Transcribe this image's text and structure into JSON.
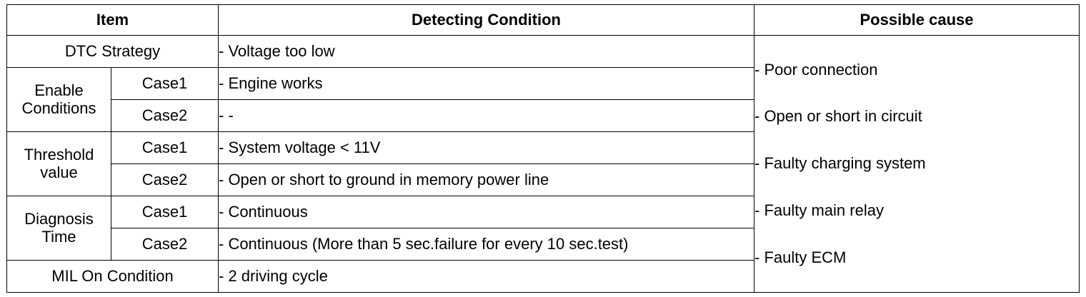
{
  "headers": {
    "item": "Item",
    "detecting_condition": "Detecting Condition",
    "possible_cause": "Possible cause"
  },
  "rows": {
    "dtc_strategy": {
      "label": "DTC Strategy",
      "condition": "- Voltage too low"
    },
    "enable_conditions": {
      "label_line1": "Enable",
      "label_line2": "Conditions",
      "case1_label": "Case1",
      "case1_condition": "- Engine works",
      "case2_label": "Case2",
      "case2_condition": "- -"
    },
    "threshold_value": {
      "label_line1": "Threshold",
      "label_line2": "value",
      "case1_label": "Case1",
      "case1_condition": "- System voltage < 11V",
      "case2_label": "Case2",
      "case2_condition": "- Open or short to ground in memory power line"
    },
    "diagnosis_time": {
      "label_line1": "Diagnosis",
      "label_line2": "Time",
      "case1_label": "Case1",
      "case1_condition": "- Continuous",
      "case2_label": "Case2",
      "case2_condition": "- Continuous (More than 5 sec.failure for every 10 sec.test)"
    },
    "mil_on_condition": {
      "label": "MIL On Condition",
      "condition": "- 2 driving cycle"
    }
  },
  "possible_causes": [
    "- Poor connection",
    "- Open or short in circuit",
    "- Faulty charging system",
    "- Faulty main relay",
    "- Faulty ECM"
  ]
}
